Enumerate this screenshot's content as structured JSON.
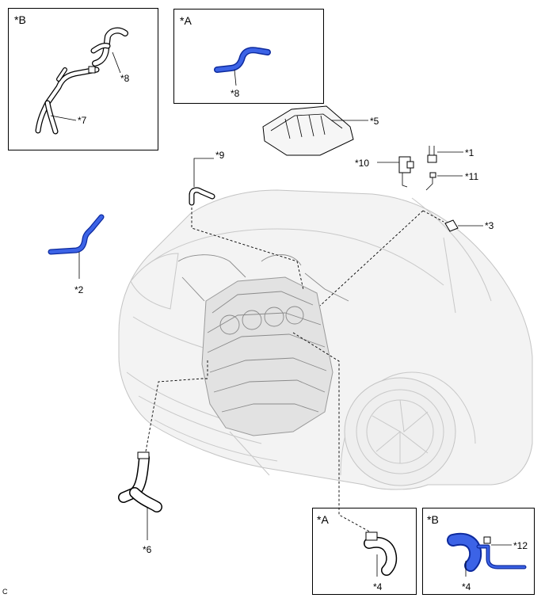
{
  "labels": {
    "p1": "*1",
    "p2": "*2",
    "p3": "*3",
    "p4a": "*4",
    "p4b": "*4",
    "p5": "*5",
    "p6": "*6",
    "p7": "*7",
    "p8b": "*8",
    "p8a": "*8",
    "p9": "*9",
    "p10": "*10",
    "p11": "*11",
    "p12": "*12"
  },
  "boxes": {
    "topLeft": "*B",
    "topCenter": "*A",
    "bottomA": "*A",
    "bottomB": "*B"
  },
  "corner_code": "C",
  "colors": {
    "highlight_hose": "#3c63e6",
    "highlight_outline": "#0d2a9e",
    "vehicle_fill": "#f3f3f3",
    "line": "#000000"
  }
}
